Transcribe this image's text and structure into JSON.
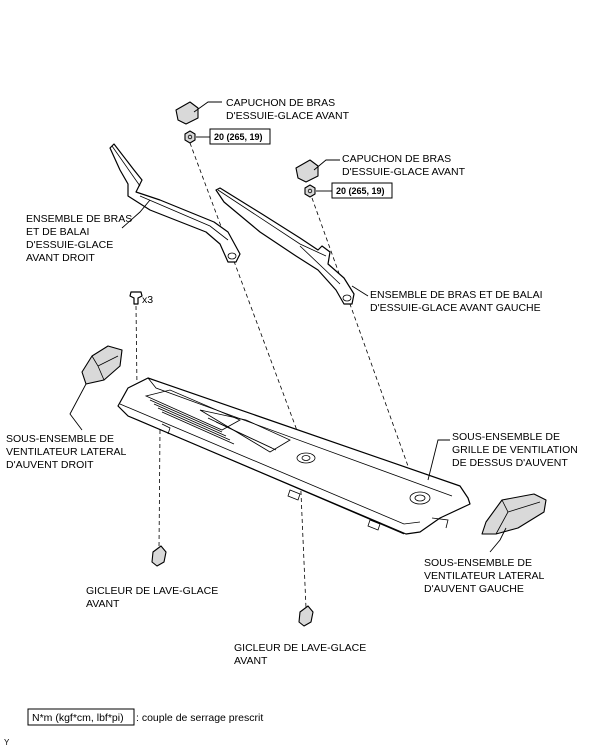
{
  "labels": {
    "cap_right_1": "CAPUCHON DE BRAS",
    "cap_right_2": "D'ESSUIE-GLACE AVANT",
    "cap_left_1": "CAPUCHON DE BRAS",
    "cap_left_2": "D'ESSUIE-GLACE AVANT",
    "arm_right_1": "ENSEMBLE DE BRAS",
    "arm_right_2": "ET DE BALAI",
    "arm_right_3": "D'ESSUIE-GLACE",
    "arm_right_4": "AVANT DROIT",
    "arm_left_1": "ENSEMBLE DE BRAS ET DE BALAI",
    "arm_left_2": "D'ESSUIE-GLACE AVANT GAUCHE",
    "clip_count": "x3",
    "vent_right_1": "SOUS-ENSEMBLE DE",
    "vent_right_2": "VENTILATEUR LATERAL",
    "vent_right_3": "D'AUVENT DROIT",
    "grille_1": "SOUS-ENSEMBLE DE",
    "grille_2": "GRILLE DE VENTILATION",
    "grille_3": "DE DESSUS D'AUVENT",
    "vent_left_1": "SOUS-ENSEMBLE DE",
    "vent_left_2": "VENTILATEUR LATERAL",
    "vent_left_3": "D'AUVENT GAUCHE",
    "nozzle_1_1": "GICLEUR DE LAVE-GLACE",
    "nozzle_1_2": "AVANT",
    "nozzle_2_1": "GICLEUR DE LAVE-GLACE",
    "nozzle_2_2": "AVANT"
  },
  "torque": {
    "nut_1": "20 (265, 19)",
    "nut_2": "20 (265, 19)"
  },
  "legend": {
    "unit": "N*m (kgf*cm, lbf*pi)",
    "text": ": couple de serrage prescrit"
  },
  "corner_mark": "Y"
}
